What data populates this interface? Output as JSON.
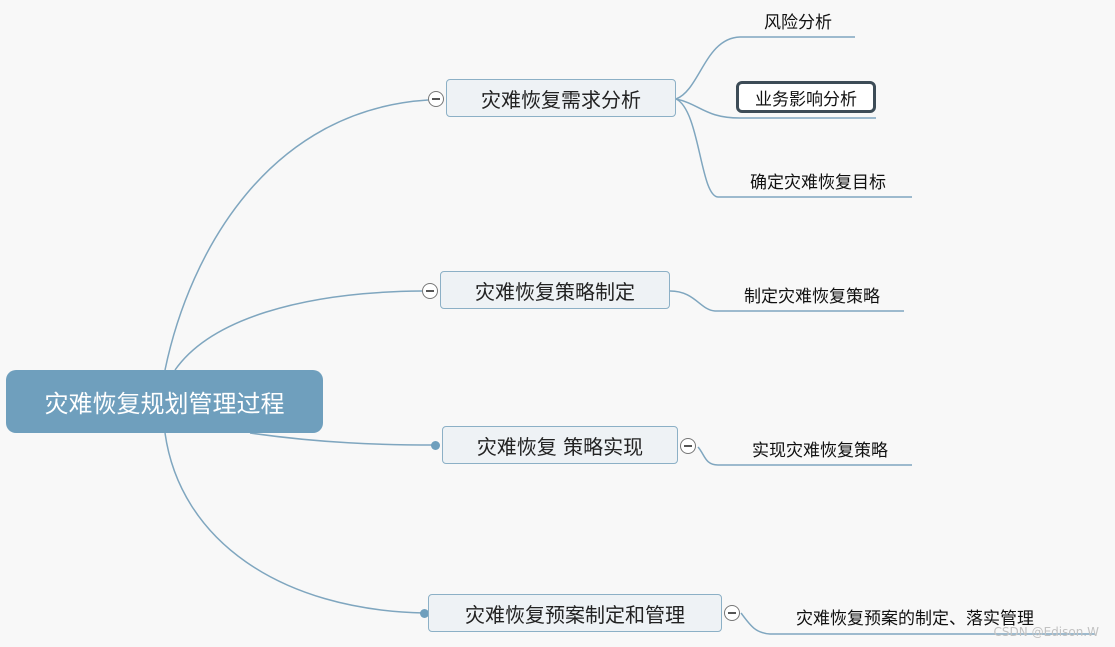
{
  "root": {
    "label": "灾难恢复规划管理过程"
  },
  "branches": [
    {
      "label": "灾难恢复需求分析",
      "children": [
        "风险分析",
        "业务影响分析",
        "确定灾难恢复目标"
      ]
    },
    {
      "label": "灾难恢复策略制定",
      "children": [
        "制定灾难恢复策略"
      ]
    },
    {
      "label": "灾难恢复 策略实现",
      "children": [
        "实现灾难恢复策略"
      ]
    },
    {
      "label": "灾难恢复预案制定和管理",
      "children": [
        "灾难恢复预案的制定、落实管理"
      ]
    }
  ],
  "selected_node": "业务影响分析",
  "watermark": "CSDN @Edison.W",
  "colors": {
    "connector": "#7fa6bf",
    "root_fill": "#6f9fbd",
    "branch_fill": "#eef2f5",
    "selection_border": "#3d4c57"
  }
}
